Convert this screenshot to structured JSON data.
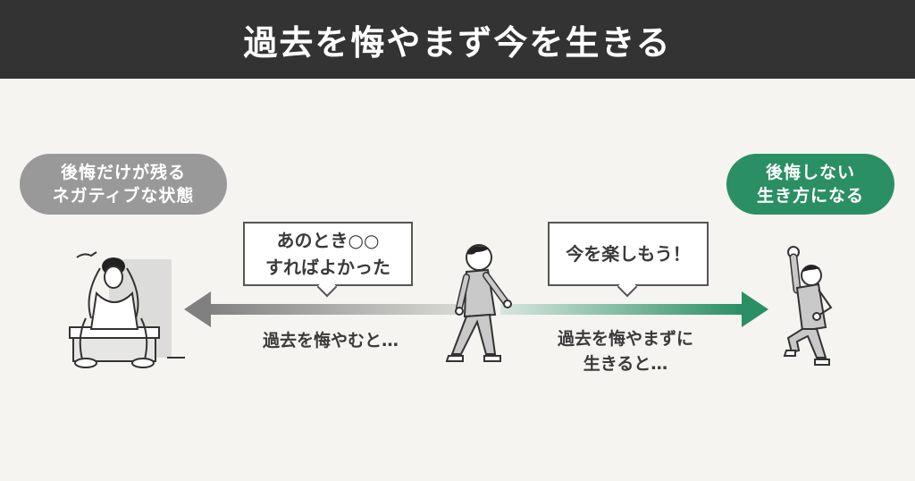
{
  "header": {
    "title": "過去を悔やまず今を生きる"
  },
  "left": {
    "badge": {
      "line1": "後悔だけが残る",
      "line2": "ネガティブな状態",
      "color": "#999999"
    },
    "figure": "sitting-head-in-hands-figure"
  },
  "middle": {
    "figure": "walking-figure",
    "left_bubble": {
      "line1": "あのとき○○",
      "line2": "すればよかった"
    },
    "left_caption": "過去を悔やむと…",
    "right_bubble": {
      "line1": "今を楽しもう！"
    },
    "right_caption": {
      "line1": "過去を悔やまずに",
      "line2": "生きると…"
    }
  },
  "right": {
    "badge": {
      "line1": "後悔しない",
      "line2": "生き方になる",
      "color": "#2a8f63"
    },
    "figure": "cheering-figure"
  },
  "colors": {
    "background": "#f5f4f0",
    "header_bg": "#333333",
    "negative_arrow": "#808080",
    "positive_arrow": "#2a8f63"
  }
}
